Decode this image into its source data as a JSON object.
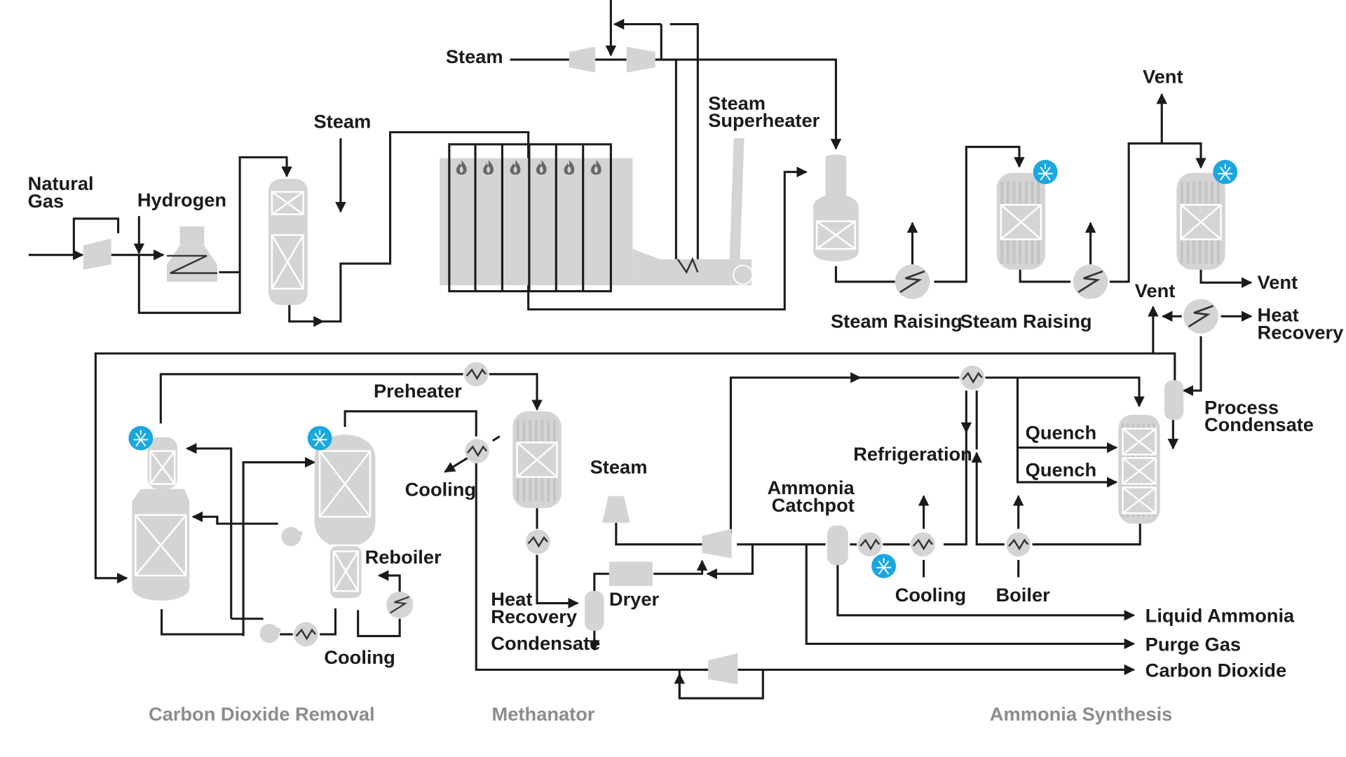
{
  "labels": {
    "steam_top": "Steam",
    "natural_gas": "Natural\nGas",
    "hydrogen": "Hydrogen",
    "steam_left": "Steam",
    "steam_superheater": "Steam\nSuperheater",
    "vent_top": "Vent",
    "steam_raising_1": "Steam Raising",
    "steam_raising_2": "Steam Raising",
    "vent_right": "Vent",
    "vent_mid": "Vent",
    "heat_recovery_right": "Heat\nRecovery",
    "process_condensate": "Process\nCondensate",
    "preheater": "Preheater",
    "cooling_meth": "Cooling",
    "steam_meth": "Steam",
    "refrigeration": "Refrigeration",
    "quench_1": "Quench",
    "quench_2": "Quench",
    "ammonia_catchpot": "Ammonia\nCatchpot",
    "reboiler": "Reboiler",
    "heat_recovery_meth": "Heat\nRecovery",
    "dryer": "Dryer",
    "condensate": "Condensate",
    "cooling_co2": "Cooling",
    "cooling_nh3": "Cooling",
    "boiler": "Boiler",
    "liquid_ammonia": "Liquid Ammonia",
    "purge_gas": "Purge Gas",
    "carbon_dioxide": "Carbon Dioxide"
  },
  "sections": {
    "co2_removal": "Carbon Dioxide Removal",
    "methanator": "Methanator",
    "ammonia_synthesis": "Ammonia Synthesis"
  },
  "colors": {
    "equipment": "#d4d4d4",
    "pipe": "#1a1a1a",
    "instrument_badge": "#1aa7e0",
    "section_label": "#8c8c8c"
  },
  "icons": {
    "burner": "flame-icon",
    "instrument": "control-valve-badge-icon",
    "exchanger": "heat-exchanger-icon",
    "pump": "pump-icon",
    "compressor": "compressor-icon"
  }
}
